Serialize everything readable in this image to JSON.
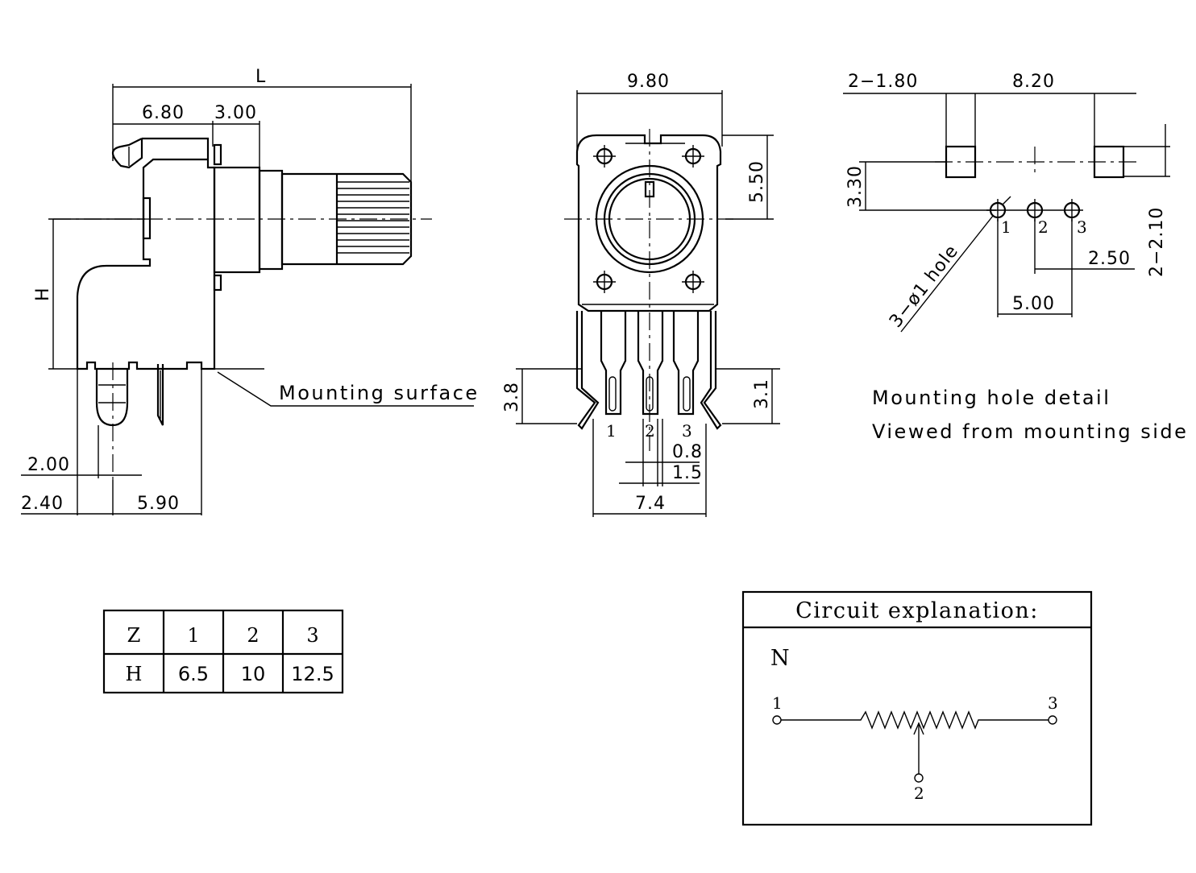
{
  "side_view": {
    "dim_L": "L",
    "dim_6_80": "6.80",
    "dim_3_00": "3.00",
    "dim_H": "H",
    "dim_2_00": "2.00",
    "dim_2_40": "2.40",
    "dim_5_90": "5.90",
    "mounting_label": "Mounting surface"
  },
  "front_view": {
    "dim_9_80": "9.80",
    "dim_5_50": "5.50",
    "dim_3_8": "3.8",
    "dim_3_1": "3.1",
    "dim_0_8": "0.8",
    "dim_1_5": "1.5",
    "dim_7_4": "7.4",
    "pins": [
      "1",
      "2",
      "3"
    ]
  },
  "hole_detail": {
    "dim_2_1_80": "2−1.80",
    "dim_8_20": "8.20",
    "dim_3_30": "3.30",
    "dim_2_2_10": "2−2.10",
    "dim_2_50": "2.50",
    "dim_5_00": "5.00",
    "hole_label": "3−ø1 hole",
    "pins": [
      "1",
      "2",
      "3"
    ],
    "caption_line1": "Mounting hole detail",
    "caption_line2": "Viewed from mounting side"
  },
  "height_table": {
    "header": [
      "Z",
      "1",
      "2",
      "3"
    ],
    "row": [
      "H",
      "6.5",
      "10",
      "12.5"
    ]
  },
  "circuit": {
    "title": "Circuit explanation:",
    "variant": "N",
    "pins": [
      "1",
      "2",
      "3"
    ]
  }
}
